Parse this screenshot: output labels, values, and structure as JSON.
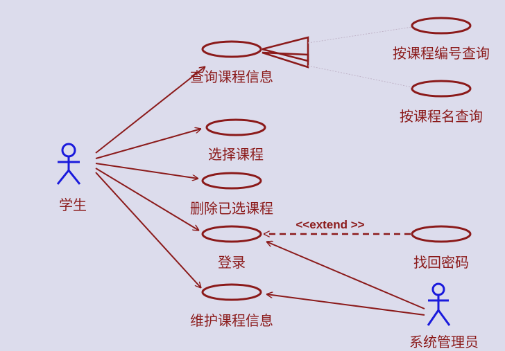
{
  "colors": {
    "background": "#dcdcec",
    "usecase_stroke": "#8b1a1a",
    "actor_stroke": "#1a1adc",
    "label_text": "#8b1a1a"
  },
  "actors": {
    "student": "学生",
    "admin": "系统管理员"
  },
  "use_cases": {
    "query_course": "查询课程信息",
    "query_by_id": "按课程编号查询",
    "query_by_name": "按课程名查询",
    "select_course": "选择课程",
    "delete_selected": "删除已选课程",
    "login": "登录",
    "retrieve_password": "找回密码",
    "maintain_course": "维护课程信息"
  },
  "relations": {
    "extend_label": "<<extend >>"
  }
}
